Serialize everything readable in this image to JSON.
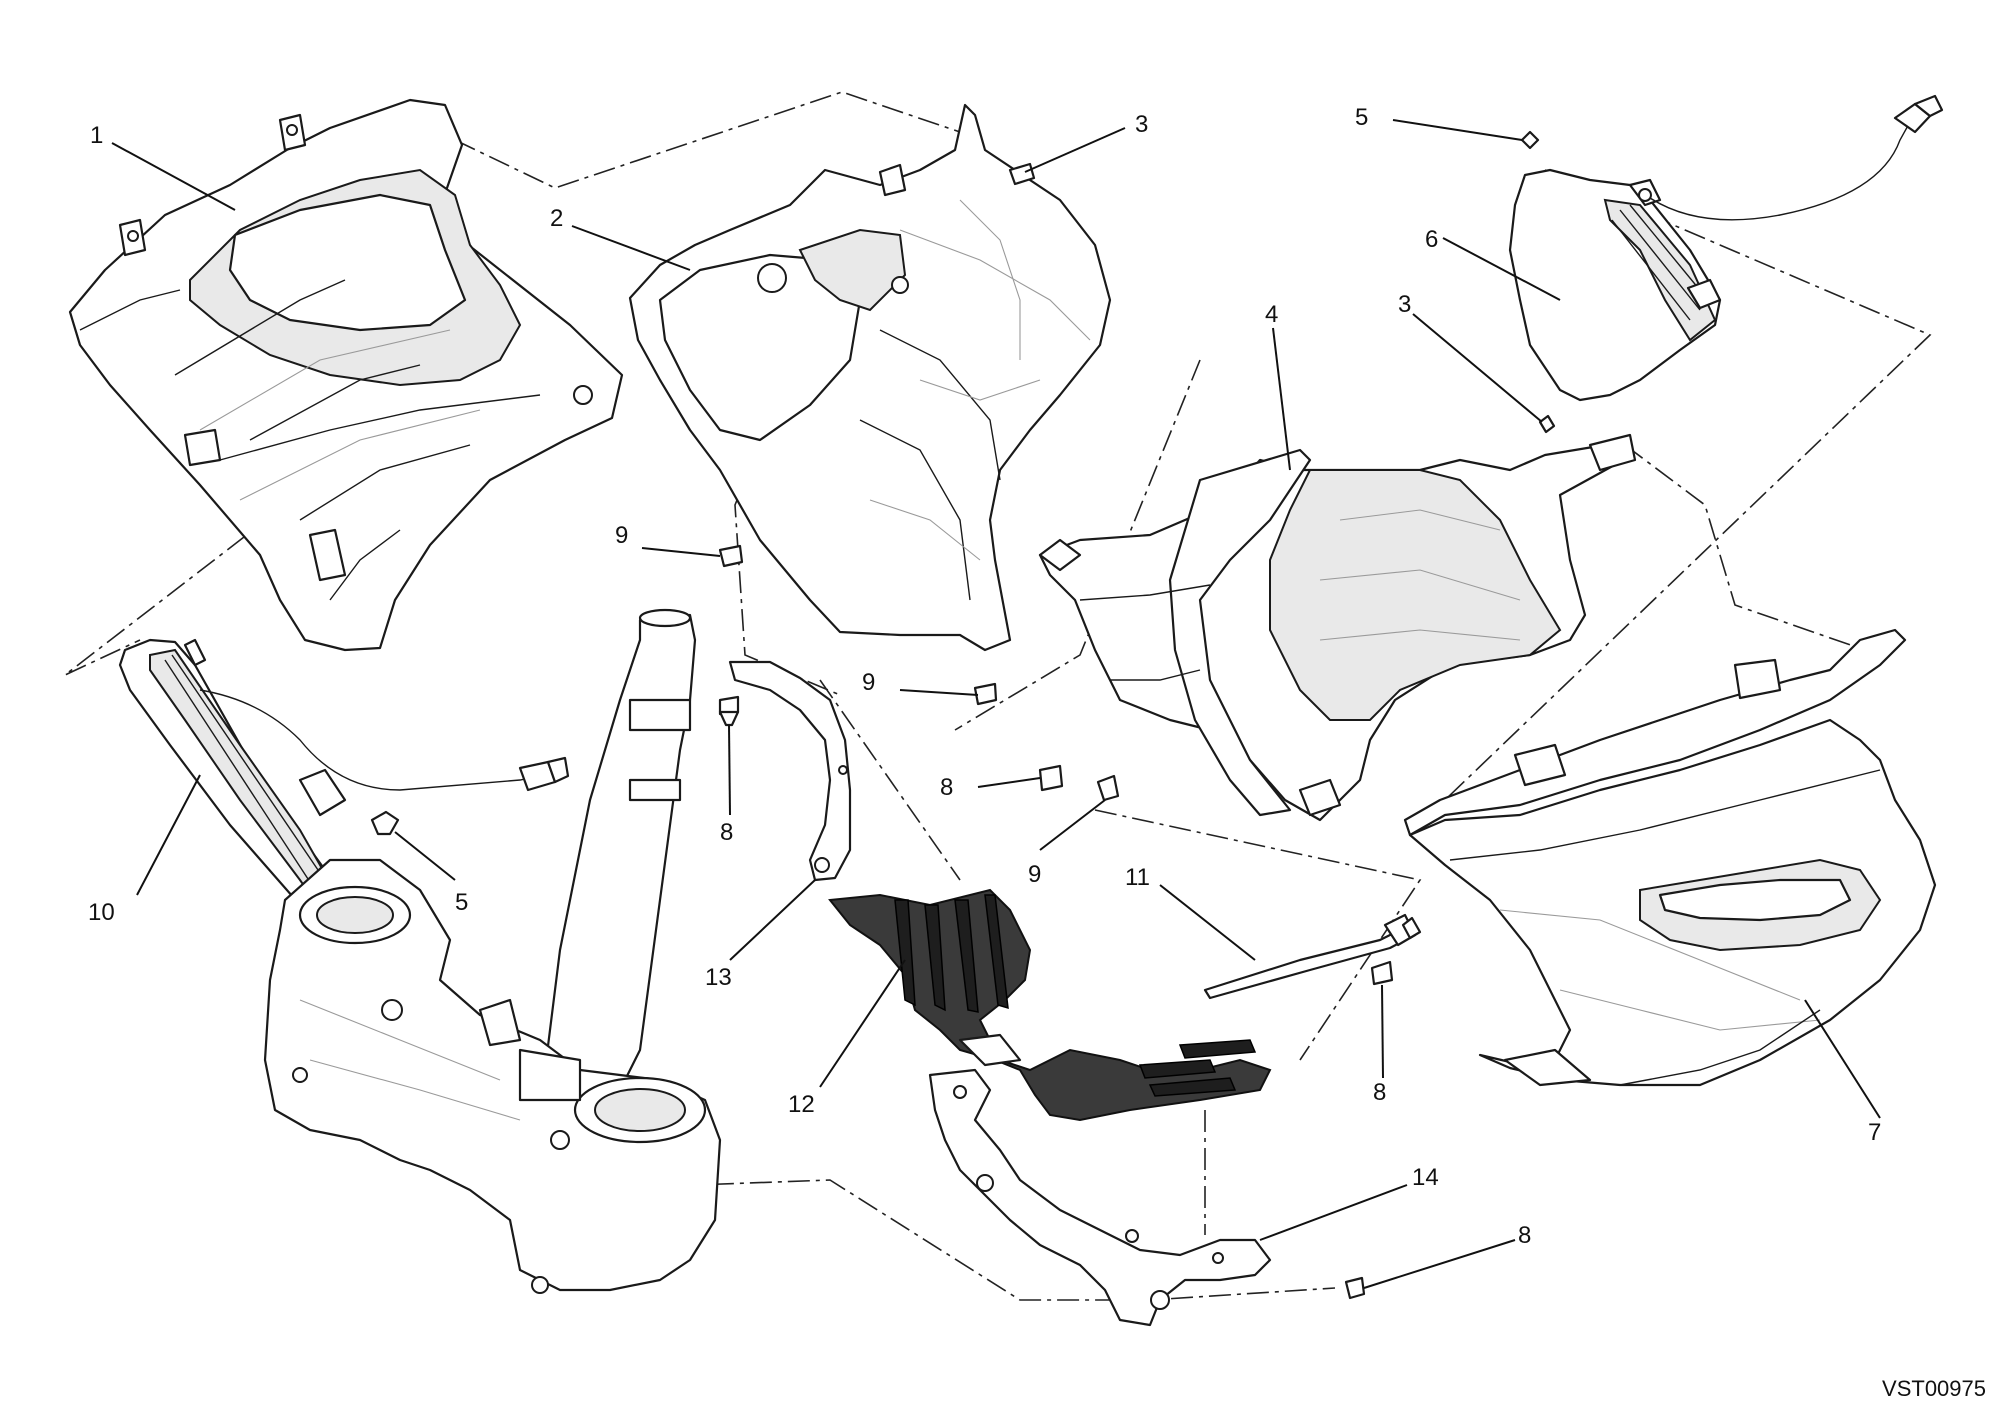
{
  "drawing_code": "VST00975",
  "callouts": [
    {
      "id": "c1",
      "label": "1"
    },
    {
      "id": "c2",
      "label": "2"
    },
    {
      "id": "c3a",
      "label": "3"
    },
    {
      "id": "c3b",
      "label": "3"
    },
    {
      "id": "c4",
      "label": "4"
    },
    {
      "id": "c5a",
      "label": "5"
    },
    {
      "id": "c5b",
      "label": "5"
    },
    {
      "id": "c6",
      "label": "6"
    },
    {
      "id": "c7",
      "label": "7"
    },
    {
      "id": "c8a",
      "label": "8"
    },
    {
      "id": "c8b",
      "label": "8"
    },
    {
      "id": "c8c",
      "label": "8"
    },
    {
      "id": "c8d",
      "label": "8"
    },
    {
      "id": "c9a",
      "label": "9"
    },
    {
      "id": "c9b",
      "label": "9"
    },
    {
      "id": "c9c",
      "label": "9"
    },
    {
      "id": "c10",
      "label": "10"
    },
    {
      "id": "c11",
      "label": "11"
    },
    {
      "id": "c12",
      "label": "12"
    },
    {
      "id": "c13",
      "label": "13"
    },
    {
      "id": "c14",
      "label": "14"
    }
  ]
}
